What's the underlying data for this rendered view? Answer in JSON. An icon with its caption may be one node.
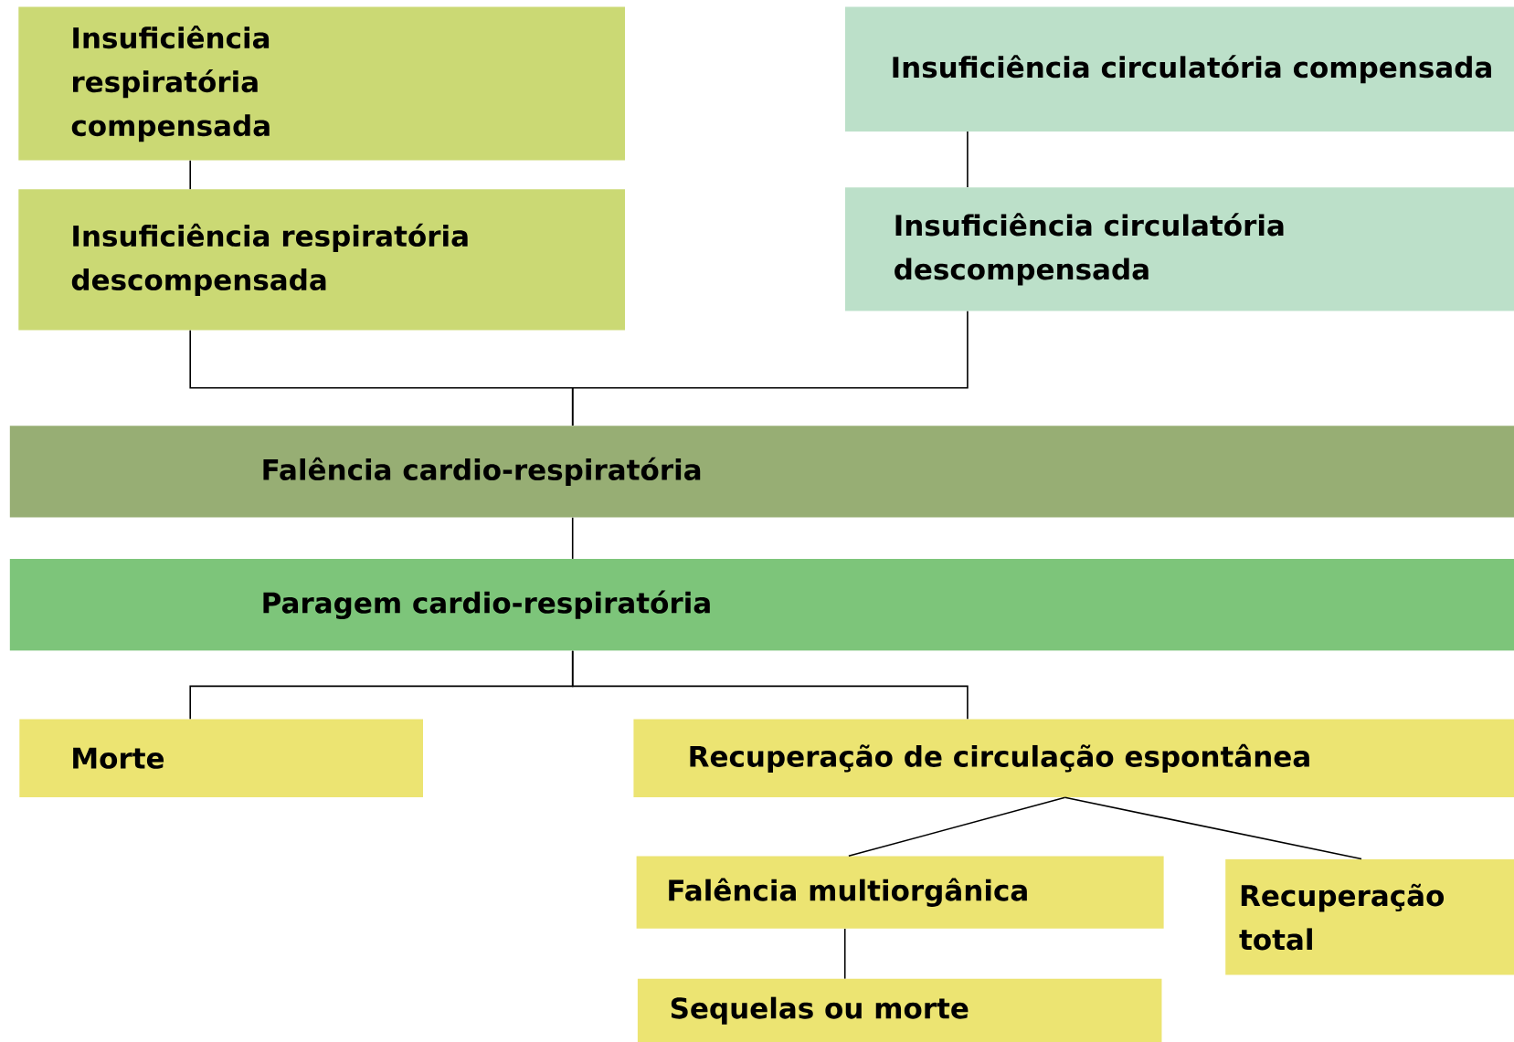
{
  "diagram": {
    "nodes": [
      {
        "text": [
          "Insuficiência respiratória compensada"
        ]
      },
      {
        "text": [
          "Insuficiência respiratória descompensada"
        ]
      },
      {
        "text": [
          "Insuficiência circulatória compensada"
        ]
      },
      {
        "text": [
          "Insuficiência circulatória descompensada"
        ]
      },
      {
        "text": [
          "Falência cardio-respiratória"
        ]
      },
      {
        "text": [
          "Paragem cardio-respiratória"
        ]
      },
      {
        "text": [
          "Morte"
        ]
      },
      {
        "text": [
          "Recuperação de circulação espontânea"
        ]
      },
      {
        "text": [
          "Falência multiorgânica"
        ]
      },
      {
        "text": [
          "Recuperação total"
        ]
      },
      {
        "text": [
          "Sequelas ou morte"
        ]
      }
    ],
    "edges": [
      {
        "from": 0,
        "to": 1,
        "arrow": "none"
      },
      {
        "from": 2,
        "to": 3,
        "arrow": "none"
      },
      {
        "from": 1,
        "to": 4,
        "arrow": "none"
      },
      {
        "from": 3,
        "to": 4,
        "arrow": "none"
      },
      {
        "from": 4,
        "to": 5,
        "arrow": "none"
      },
      {
        "from": 5,
        "to": 6,
        "arrow": "none"
      },
      {
        "from": 5,
        "to": 7,
        "arrow": "none"
      },
      {
        "from": 7,
        "to": 8,
        "arrow": "none"
      },
      {
        "from": 7,
        "to": 9,
        "arrow": "none"
      },
      {
        "from": 8,
        "to": 10,
        "arrow": "none"
      }
    ]
  }
}
